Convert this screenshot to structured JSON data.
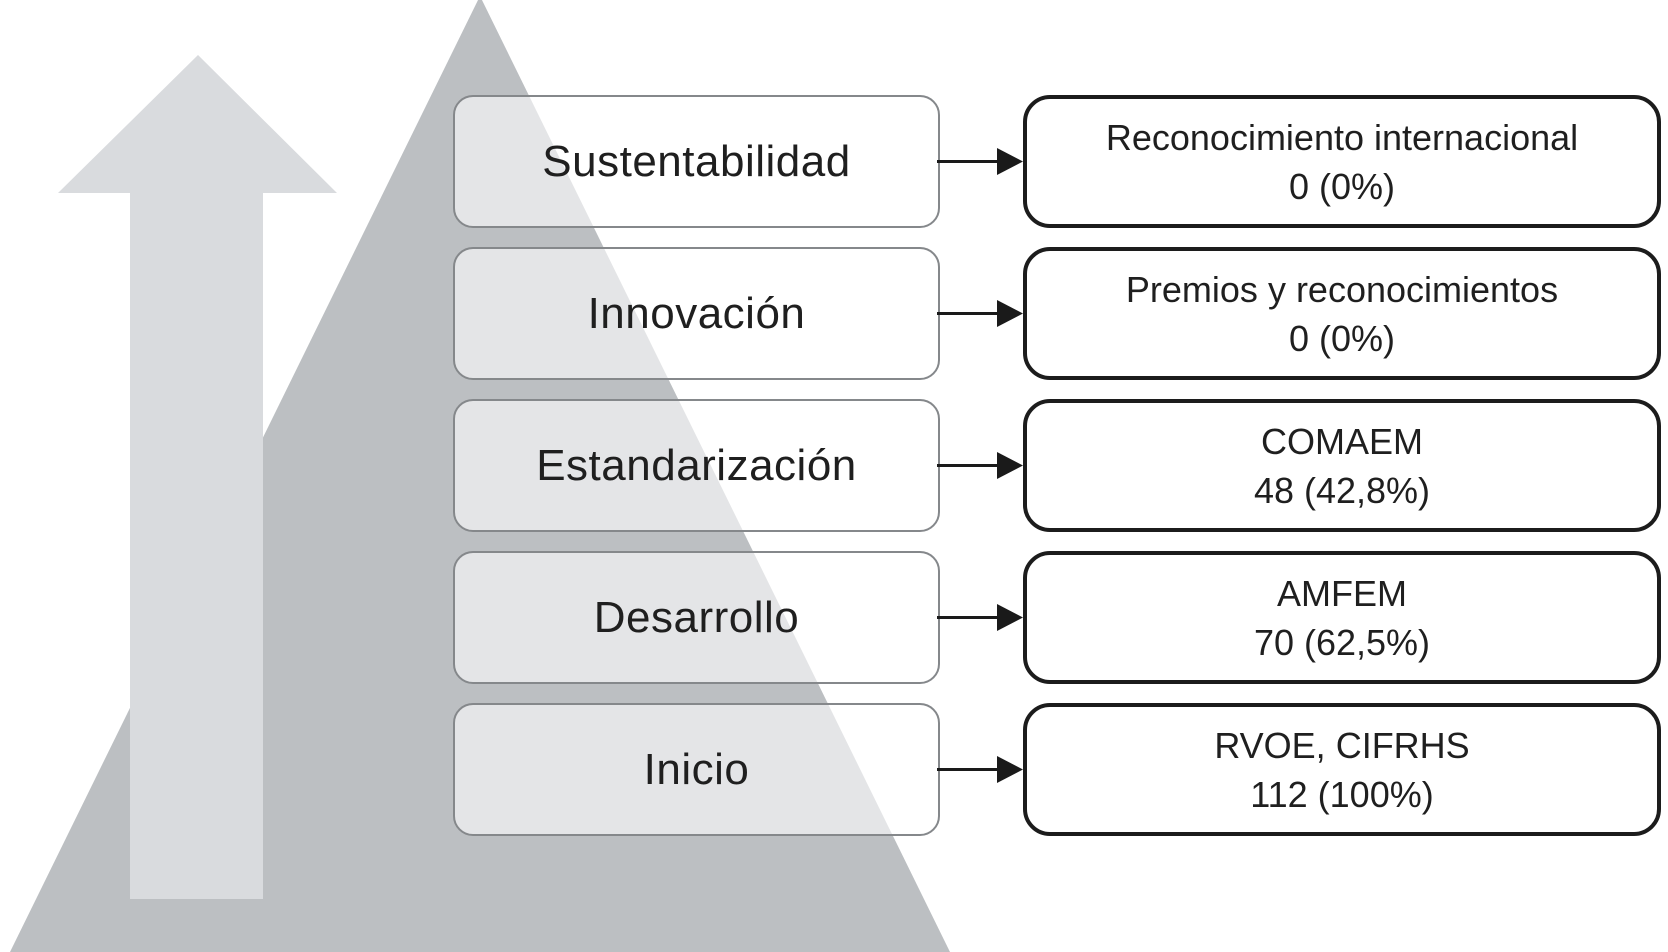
{
  "figure": {
    "type": "stage-result flow diagram over growth pyramid",
    "rows": [
      {
        "stage": "Sustentabilidad",
        "result_title": "Reconocimiento internacional",
        "result_value": "0 (0%)"
      },
      {
        "stage": "Innovación",
        "result_title": "Premios y reconocimientos",
        "result_value": "0 (0%)"
      },
      {
        "stage": "Estandarización",
        "result_title": "COMAEM",
        "result_value": "48 (42,8%)"
      },
      {
        "stage": "Desarrollo",
        "result_title": "AMFEM",
        "result_value": "70 (62,5%)"
      },
      {
        "stage": "Inicio",
        "result_title": "RVOE, CIFRHS",
        "result_value": "112 (100%)"
      }
    ]
  },
  "colors": {
    "background": "#ffffff",
    "pyramid": "#bcbfc2",
    "up_arrow": "#d9dbde",
    "stage_box_fill": "rgba(255,255,255,0.6)",
    "stage_box_border": "#85888b",
    "result_box_border": "#1c1c1c",
    "connector": "#1a1a1a",
    "text": "#1f1f1f"
  }
}
